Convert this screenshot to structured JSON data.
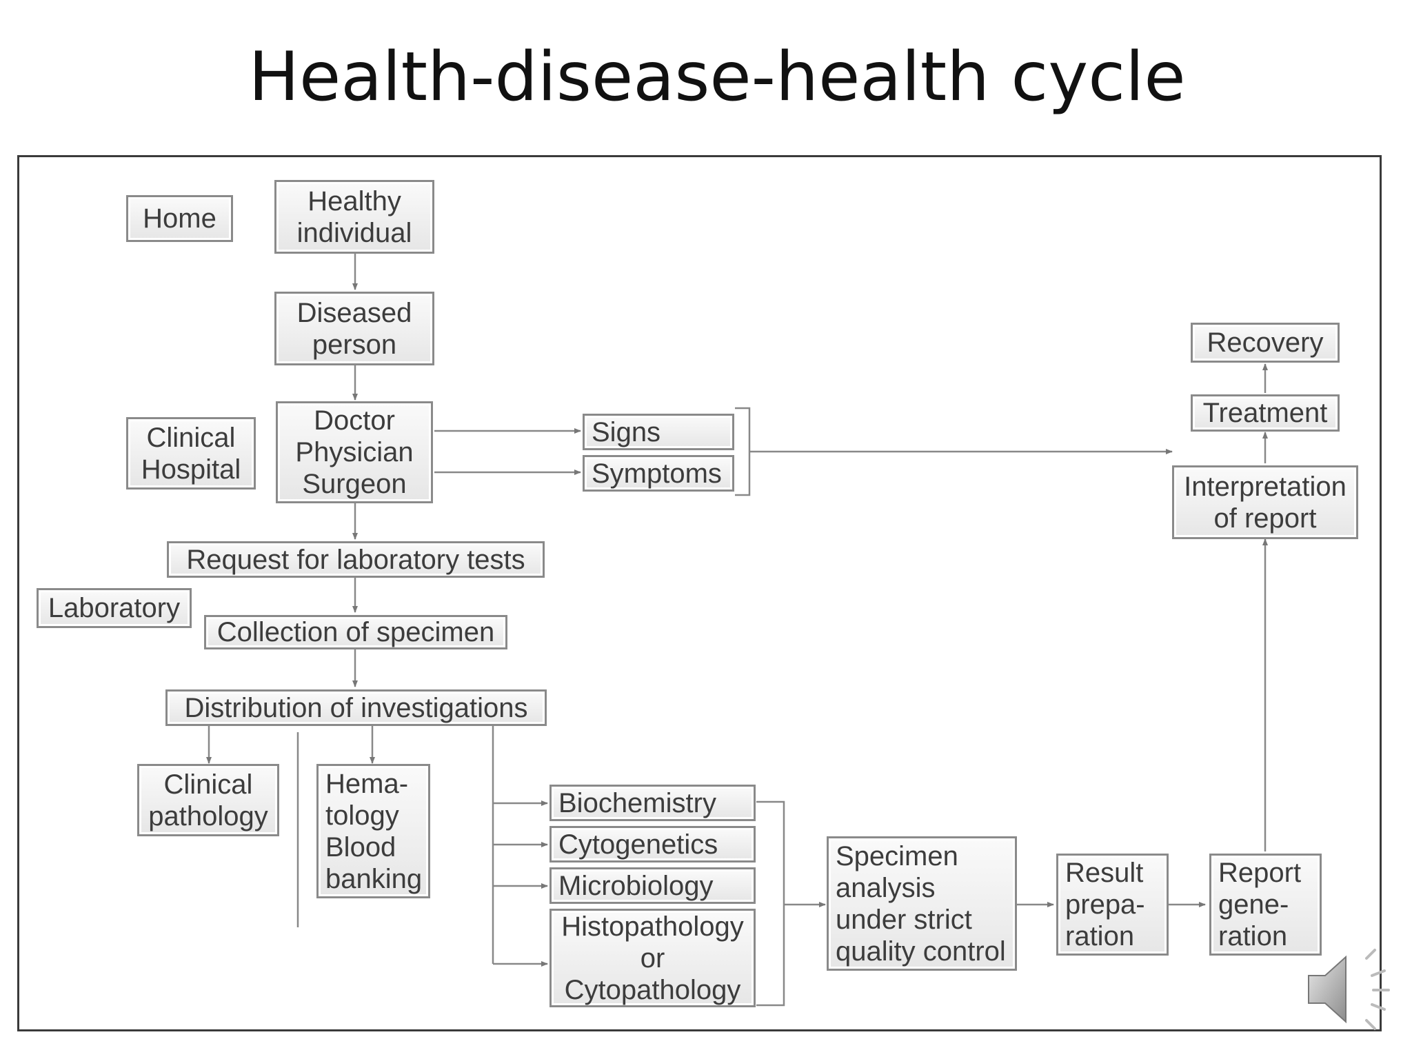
{
  "title": "Health-disease-health cycle",
  "nodes": {
    "home": "Home",
    "healthy": "Healthy\nindividual",
    "diseased": "Diseased\nperson",
    "clinical_hospital": "Clinical\nHospital",
    "doctor": "Doctor\nPhysician\nSurgeon",
    "signs": "Signs",
    "symptoms": "Symptoms",
    "request": "Request for laboratory tests",
    "laboratory": "Laboratory",
    "collection": "Collection of specimen",
    "distribution": "Distribution of investigations",
    "clinical_pathology": "Clinical\npathology",
    "hematology": "Hema-\ntology\nBlood\nbanking",
    "biochemistry": "Biochemistry",
    "cytogenetics": "Cytogenetics",
    "microbiology": "Microbiology",
    "histopathology": "Histopathology\nor\nCytopathology",
    "specimen_analysis": "Specimen\nanalysis\nunder strict\nquality control",
    "result_preparation": "Result\nprepa-\nration",
    "report_generation": "Report\ngene-\nration",
    "interpretation": "Interpretation\nof report",
    "treatment": "Treatment",
    "recovery": "Recovery"
  },
  "icons": {
    "speaker": "speaker-icon"
  }
}
